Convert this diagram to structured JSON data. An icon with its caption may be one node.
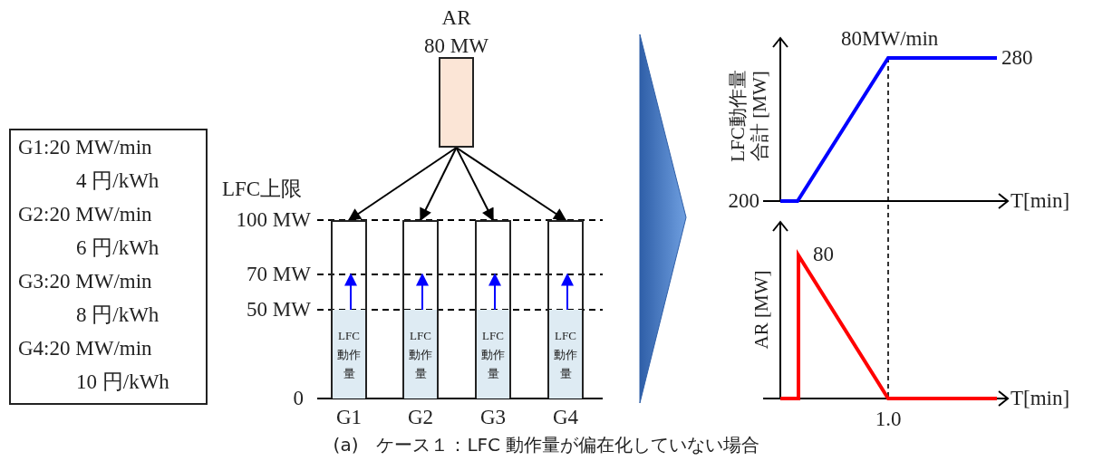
{
  "diagram": {
    "caption": "(a)　ケース１：LFC 動作量が偏在化していない場合",
    "nodes": [
      {
        "text": [
          "G1:20 MW/min",
          "4 円/kWh",
          "G2:20 MW/min",
          "6 円/kWh",
          "G3:20 MW/min",
          "8 円/kWh",
          "G4:20 MW/min",
          "10 円/kWh"
        ]
      },
      {
        "text": [
          "AR",
          "80 MW"
        ]
      },
      {
        "text": [],
        "shape": "bar",
        "beside": [
          "G1"
        ]
      },
      {
        "text": [
          "LFC動作量"
        ],
        "in": 2
      },
      {
        "text": [],
        "shape": "bar",
        "beside": [
          "G2"
        ]
      },
      {
        "text": [
          "LFC動作量"
        ],
        "in": 4
      },
      {
        "text": [],
        "shape": "bar",
        "beside": [
          "G3"
        ]
      },
      {
        "text": [
          "LFC動作量"
        ],
        "in": 6
      },
      {
        "text": [],
        "shape": "bar",
        "beside": [
          "G4"
        ]
      },
      {
        "text": [
          "LFC動作量"
        ],
        "in": 8
      }
    ],
    "edges": [
      {
        "from": 1,
        "to": 2,
        "arrow": "to"
      },
      {
        "from": 1,
        "to": 4,
        "arrow": "to"
      },
      {
        "from": 1,
        "to": 6,
        "arrow": "to"
      },
      {
        "from": 1,
        "to": 8,
        "arrow": "to"
      },
      {
        "from": 3,
        "to": null,
        "arrow": "to",
        "color": "#0000ff"
      },
      {
        "from": 5,
        "to": null,
        "arrow": "to",
        "color": "#0000ff"
      },
      {
        "from": 7,
        "to": null,
        "arrow": "to",
        "color": "#0000ff"
      },
      {
        "from": 9,
        "to": null,
        "arrow": "to",
        "color": "#0000ff"
      }
    ],
    "labels": [
      "LFC上限",
      "100 MW",
      "70 MW",
      "50 MW",
      "0",
      "80MW/min",
      "LFC動作量合計 [MW]",
      "280",
      "200",
      "T[min]",
      "80",
      "AR [MW]",
      "T[min]",
      "1.0"
    ]
  }
}
